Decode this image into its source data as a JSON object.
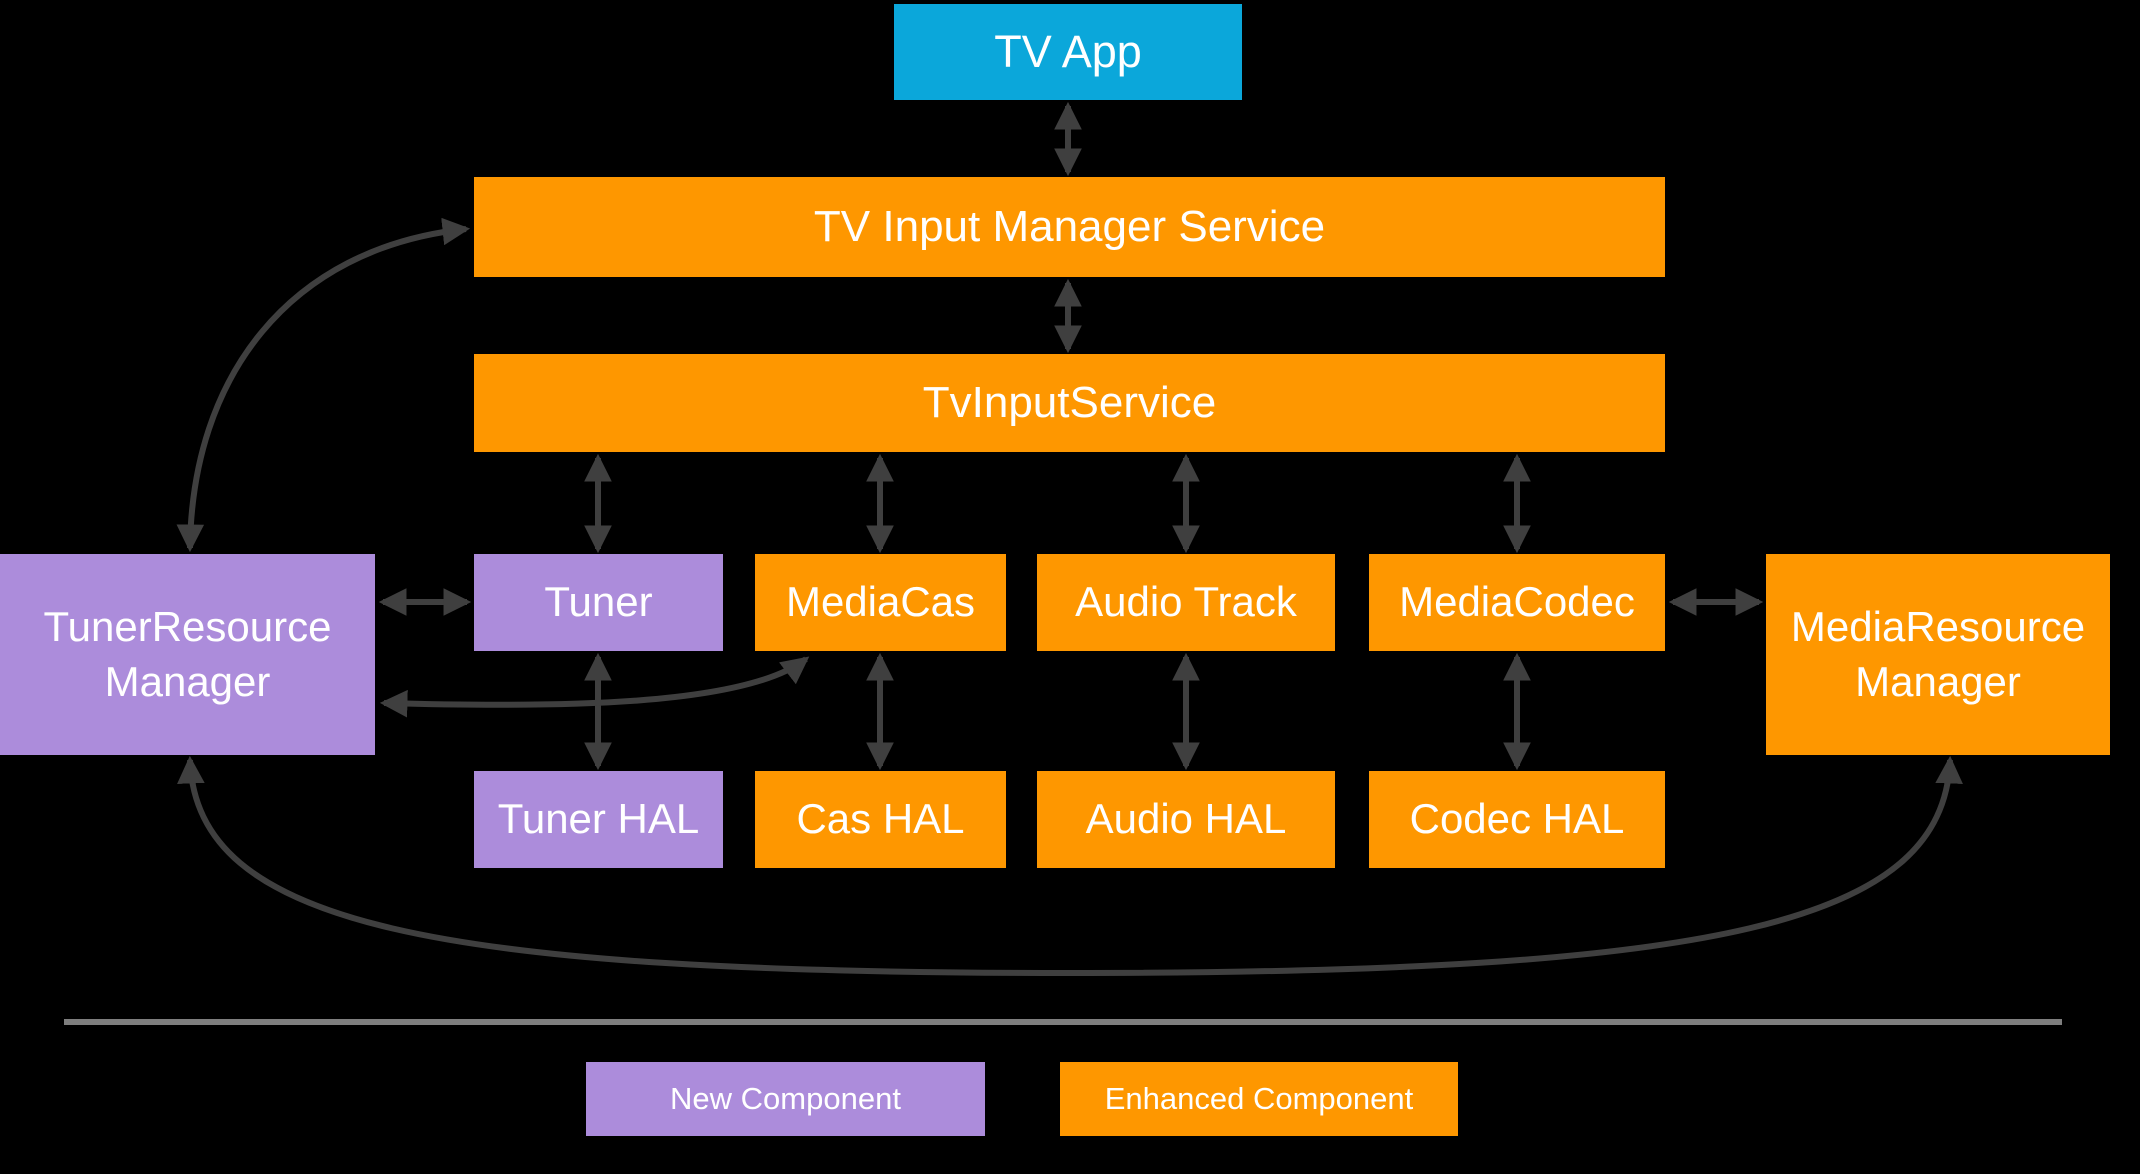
{
  "colors": {
    "bg": "#000000",
    "app": "#0ba7da",
    "enhanced": "#fe9700",
    "new": "#ac8cdb",
    "arrow": "#3f3f3f",
    "divider": "#7e7e7e",
    "text": "#ffffff"
  },
  "nodes": {
    "tv_app": "TV App",
    "tv_input_manager_service": "TV Input Manager Service",
    "tv_input_service": "TvInputService",
    "tuner": "Tuner",
    "media_cas": "MediaCas",
    "audio_track": "Audio Track",
    "media_codec": "MediaCodec",
    "tuner_resource_manager": "TunerResource\nManager",
    "media_resource_manager": "MediaResource\nManager",
    "tuner_hal": "Tuner HAL",
    "cas_hal": "Cas HAL",
    "audio_hal": "Audio HAL",
    "codec_hal": "Codec HAL"
  },
  "legend": {
    "new_component": "New Component",
    "enhanced_component": "Enhanced Component"
  },
  "edges": [
    {
      "from": "tv_app",
      "to": "tv_input_manager_service",
      "bidirectional": true,
      "shape": "straight"
    },
    {
      "from": "tv_input_manager_service",
      "to": "tv_input_service",
      "bidirectional": true,
      "shape": "straight"
    },
    {
      "from": "tv_input_service",
      "to": "tuner",
      "bidirectional": true,
      "shape": "straight"
    },
    {
      "from": "tv_input_service",
      "to": "media_cas",
      "bidirectional": true,
      "shape": "straight"
    },
    {
      "from": "tv_input_service",
      "to": "audio_track",
      "bidirectional": true,
      "shape": "straight"
    },
    {
      "from": "tv_input_service",
      "to": "media_codec",
      "bidirectional": true,
      "shape": "straight"
    },
    {
      "from": "tuner",
      "to": "tuner_hal",
      "bidirectional": true,
      "shape": "straight"
    },
    {
      "from": "media_cas",
      "to": "cas_hal",
      "bidirectional": true,
      "shape": "straight"
    },
    {
      "from": "audio_track",
      "to": "audio_hal",
      "bidirectional": true,
      "shape": "straight"
    },
    {
      "from": "media_codec",
      "to": "codec_hal",
      "bidirectional": true,
      "shape": "straight"
    },
    {
      "from": "tuner_resource_manager",
      "to": "tuner",
      "bidirectional": true,
      "shape": "straight"
    },
    {
      "from": "media_codec",
      "to": "media_resource_manager",
      "bidirectional": true,
      "shape": "straight"
    },
    {
      "from": "tuner_resource_manager",
      "to": "tv_input_manager_service",
      "bidirectional": true,
      "shape": "curved"
    },
    {
      "from": "tuner_resource_manager",
      "to": "media_cas",
      "bidirectional": true,
      "shape": "curved"
    },
    {
      "from": "tuner_resource_manager",
      "to": "media_resource_manager",
      "bidirectional": true,
      "shape": "curved"
    }
  ]
}
